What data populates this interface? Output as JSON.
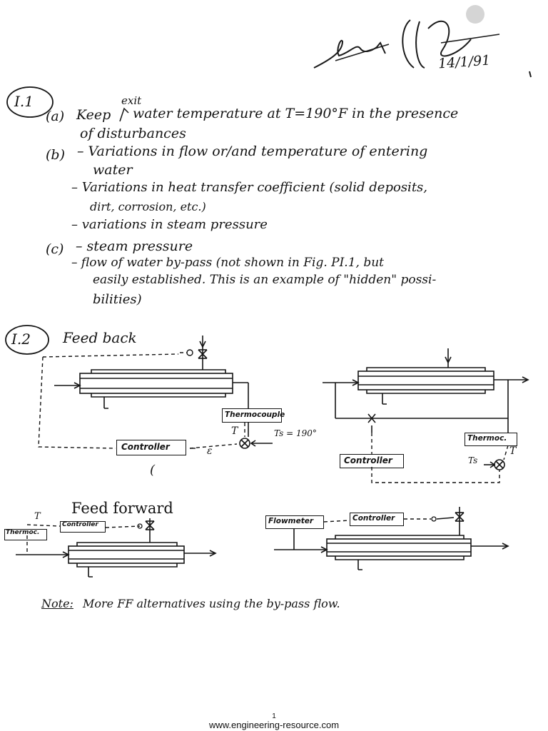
{
  "header": {
    "date": "14/1/91"
  },
  "section1": {
    "label": "I.1",
    "a": {
      "marker": "(a)",
      "text_pre": "Keep",
      "insert": "exit",
      "text_post": "water temperature at T=190°F in the presence",
      "line2": "of disturbances"
    },
    "b": {
      "marker": "(b)",
      "items": [
        "– Variations in flow or/and temperature of entering",
        "water",
        "– Variations in heat transfer coefficient (solid deposits,",
        "dirt, corrosion, etc.)",
        "– variations in steam pressure"
      ]
    },
    "c": {
      "marker": "(c)",
      "items": [
        "– steam pressure",
        "– flow of water by-pass (not shown in Fig. PI.1, but",
        "easily established. This is an example of \"hidden\" possi-",
        "bilities)"
      ]
    }
  },
  "section2": {
    "label": "I.2",
    "feedback_title": "Feed back",
    "feedforward_title": "Feed forward",
    "diagram1": {
      "thermocouple": "Thermocouple",
      "controller": "Controller",
      "T": "T",
      "Ts": "Ts = 190°",
      "epsilon": "ε",
      "paren": "("
    },
    "diagram2": {
      "controller": "Controller",
      "thermoc": "Thermoc.",
      "T": "T",
      "Ts": "Ts"
    },
    "diagram3": {
      "thermoc": "Thermoc.",
      "controller": "Controller",
      "T": "T"
    },
    "diagram4": {
      "flowmeter": "Flowmeter",
      "controller": "Controller"
    },
    "note": {
      "label": "Note:",
      "text": "More FF alternatives using the by-pass flow."
    }
  },
  "footer": {
    "page_number": "1",
    "url": "www.engineering-resource.com"
  }
}
